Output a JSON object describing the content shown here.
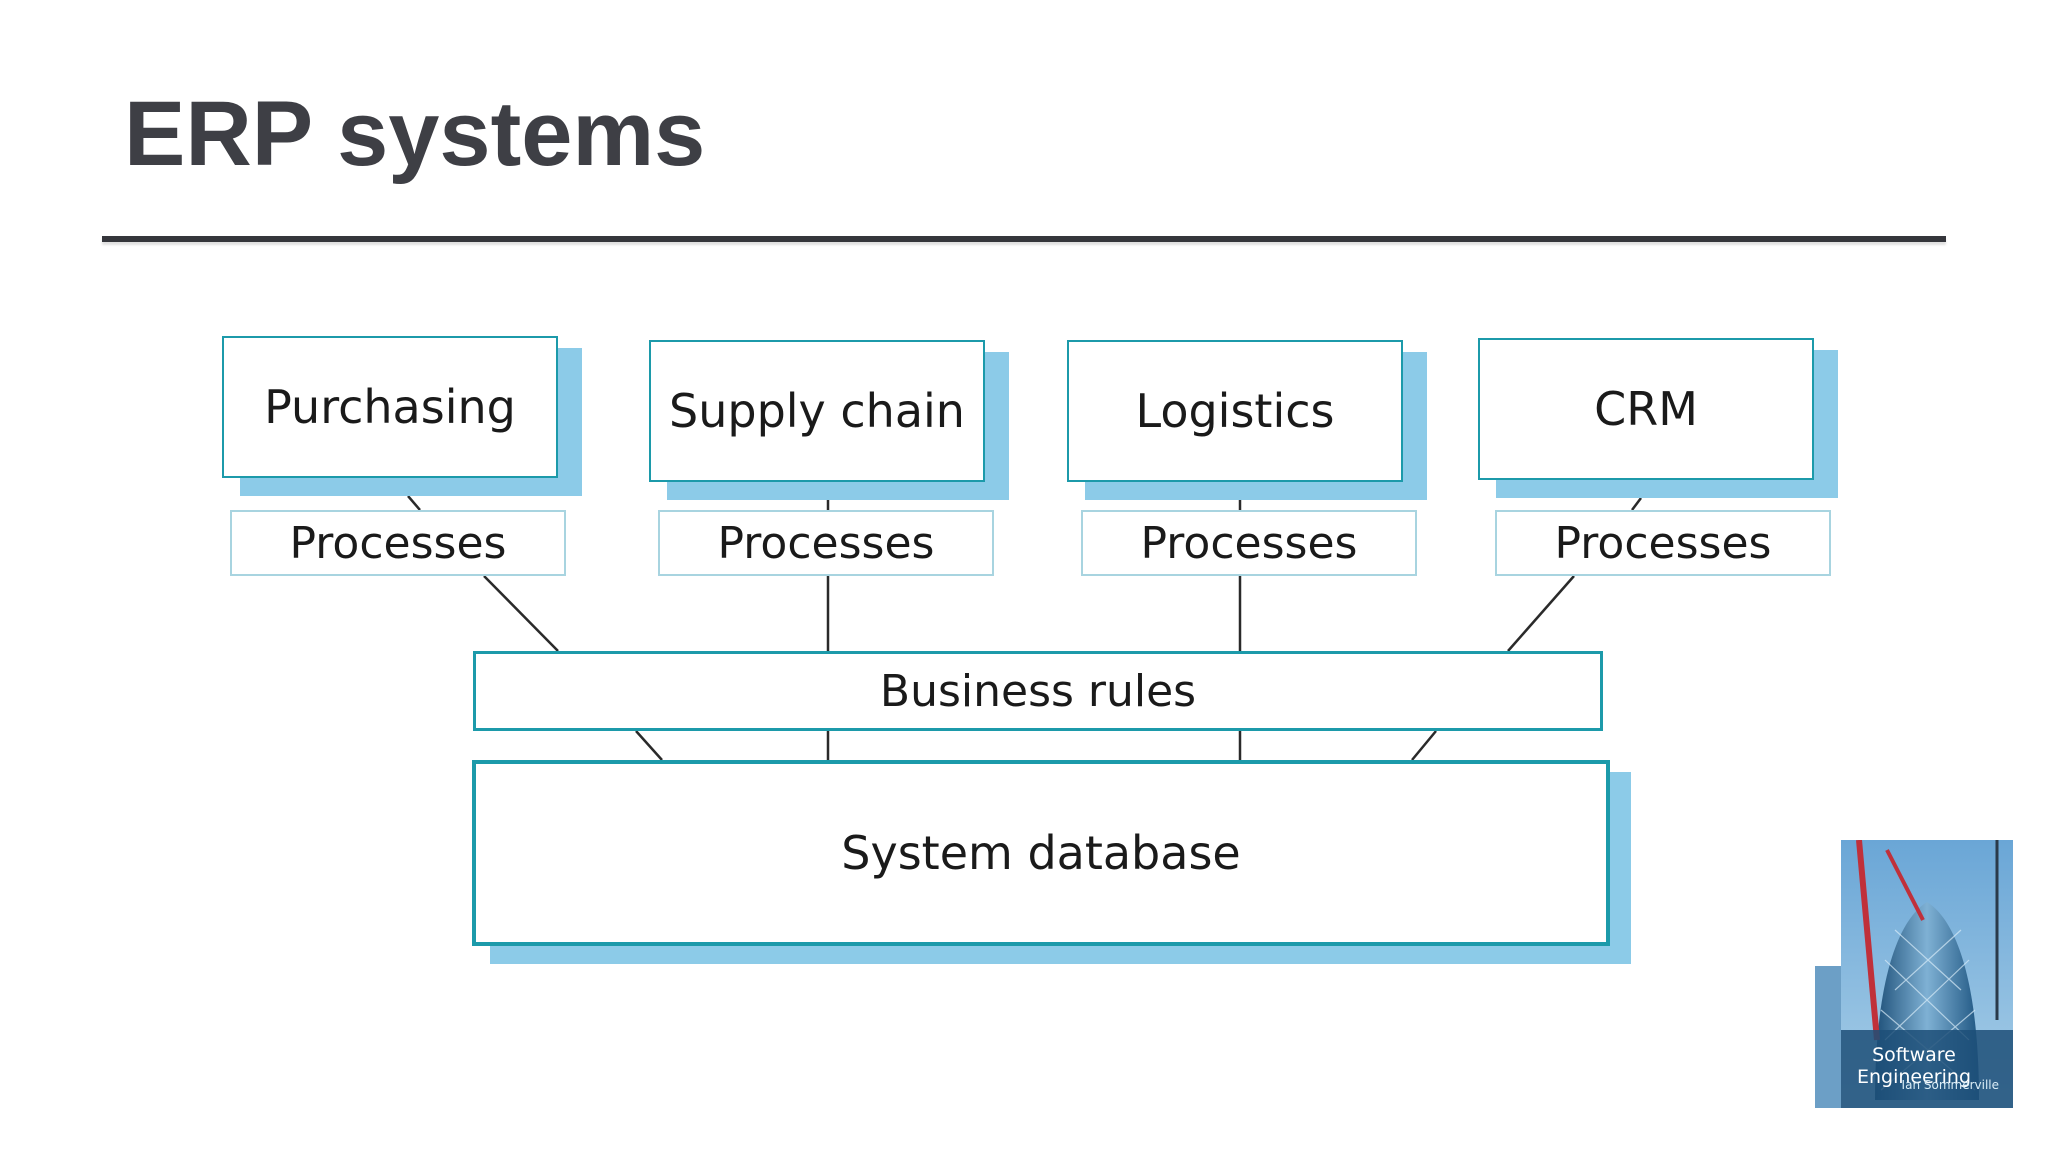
{
  "slide": {
    "title": "ERP systems"
  },
  "diagram": {
    "modules": [
      {
        "label": "Purchasing",
        "processes_label": "Processes"
      },
      {
        "label": "Supply chain",
        "processes_label": "Processes"
      },
      {
        "label": "Logistics",
        "processes_label": "Processes"
      },
      {
        "label": "CRM",
        "processes_label": "Processes"
      }
    ],
    "business_rules_label": "Business rules",
    "database_label": "System database",
    "colors": {
      "box_border": "#1c9aaa",
      "box_shadow": "#8ccbe8",
      "connector": "#2a2a2a"
    }
  },
  "book_cover": {
    "title": "Software Engineering",
    "author": "Ian Sommerville",
    "image": "skyscraper-construction-photo"
  }
}
